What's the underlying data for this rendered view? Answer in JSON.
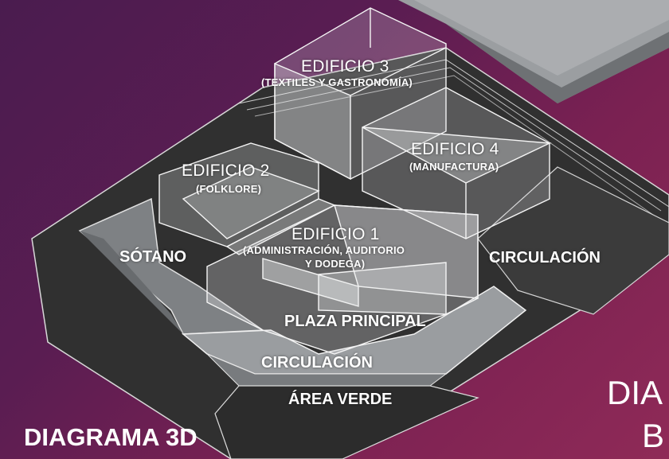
{
  "diagram": {
    "buildings": [
      {
        "name": "EDIFICIO 1",
        "sub1": "(ADMINISTRACIÓN, AUDITORIO",
        "sub2": "Y DODEGA)"
      },
      {
        "name": "EDIFICIO 2",
        "sub1": "(FOLKLORE)"
      },
      {
        "name": "EDIFICIO 3",
        "sub1": "(TEXTILES Y GASTRONOMÍA)"
      },
      {
        "name": "EDIFICIO 4",
        "sub1": "(MANUFACTURA)"
      }
    ],
    "zones": {
      "sotano": "SÓTANO",
      "circulacion_right": "CIRCULACIÓN",
      "plaza": "PLAZA PRINCIPAL",
      "circulacion_bottom": "CIRCULACIÓN",
      "area_verde": "ÁREA VERDE"
    }
  },
  "title": "DIAGRAMA 3D",
  "cropped_title": "DIA",
  "cropped_letter": "B",
  "colors": {
    "bg_top": "#4a1c4f",
    "bg_bottom": "#8f2a57",
    "ground": "#2b2b2b",
    "pavement": "#8a8d90",
    "glass": "#e6e8ea"
  }
}
